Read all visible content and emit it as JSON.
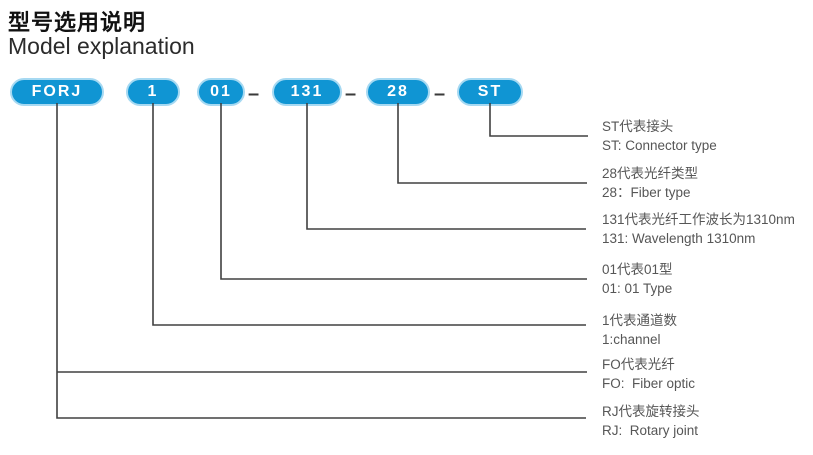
{
  "header": {
    "title_zh": "型号选用说明",
    "title_en": "Model explanation"
  },
  "model_code": {
    "separator": "–",
    "segments": [
      {
        "label": "FORJ"
      },
      {
        "label": "1"
      },
      {
        "label": "01"
      },
      {
        "label": "131"
      },
      {
        "label": "28"
      },
      {
        "label": "ST"
      }
    ]
  },
  "annotations": [
    {
      "zh": "ST代表接头",
      "en": "ST: Connector type"
    },
    {
      "zh": "28代表光纤类型",
      "en": "28：Fiber type"
    },
    {
      "zh": "131代表光纤工作波长为1310nm",
      "en": "131: Wavelength 1310nm"
    },
    {
      "zh": "01代表01型",
      "en": "01: 01 Type"
    },
    {
      "zh": "1代表通道数",
      "en": "1:channel"
    },
    {
      "zh": "FO代表光纤",
      "en": "FO:  Fiber optic"
    },
    {
      "zh": "RJ代表旋转接头",
      "en": "RJ:  Rotary joint"
    }
  ],
  "colors": {
    "pill_fill": "#1095d3",
    "pill_border": "#a6d9f2",
    "pill_text": "#ffffff",
    "connector_line": "#404040",
    "annotation_text": "#565656"
  }
}
